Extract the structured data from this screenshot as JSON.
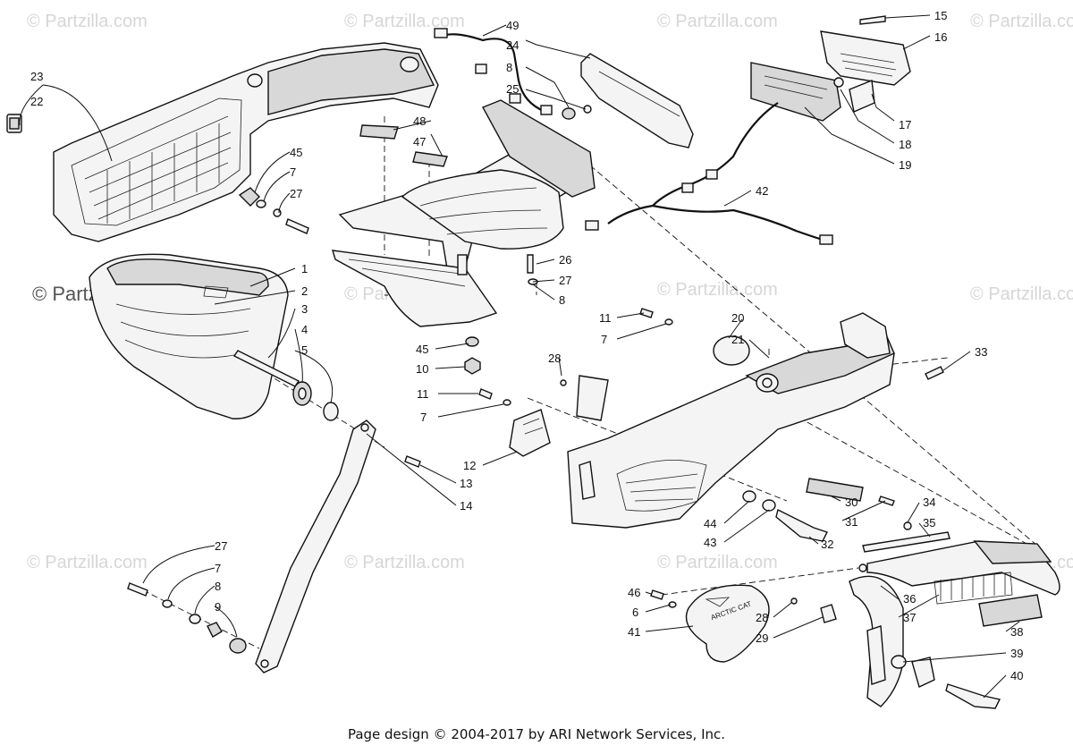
{
  "watermarks": [
    "© Partzilla.com",
    "© Partzilla.com",
    "© Partzilla.com",
    "© Partzilla.com",
    "© Partzilla.com",
    "© Partzilla.com",
    "© Partzilla.com",
    "© Partzilla.com",
    "© Partzilla.com",
    "© Partzilla.com",
    "© Partzilla.com"
  ],
  "main_watermark": "© Partzilla.com",
  "emblem_text": "ARCTIC CAT",
  "footer": "Page design © 2004-2017 by ARI Network Services, Inc.",
  "callouts": [
    "1",
    "2",
    "3",
    "4",
    "5",
    "6",
    "7",
    "7",
    "7",
    "7",
    "8",
    "8",
    "8",
    "9",
    "10",
    "11",
    "11",
    "12",
    "13",
    "14",
    "15",
    "16",
    "17",
    "18",
    "19",
    "20",
    "21",
    "22",
    "23",
    "24",
    "25",
    "26",
    "27",
    "27",
    "27",
    "28",
    "28",
    "29",
    "30",
    "31",
    "32",
    "33",
    "34",
    "35",
    "36",
    "37",
    "38",
    "39",
    "40",
    "41",
    "42",
    "43",
    "44",
    "45",
    "45",
    "46",
    "47",
    "48",
    "49"
  ]
}
